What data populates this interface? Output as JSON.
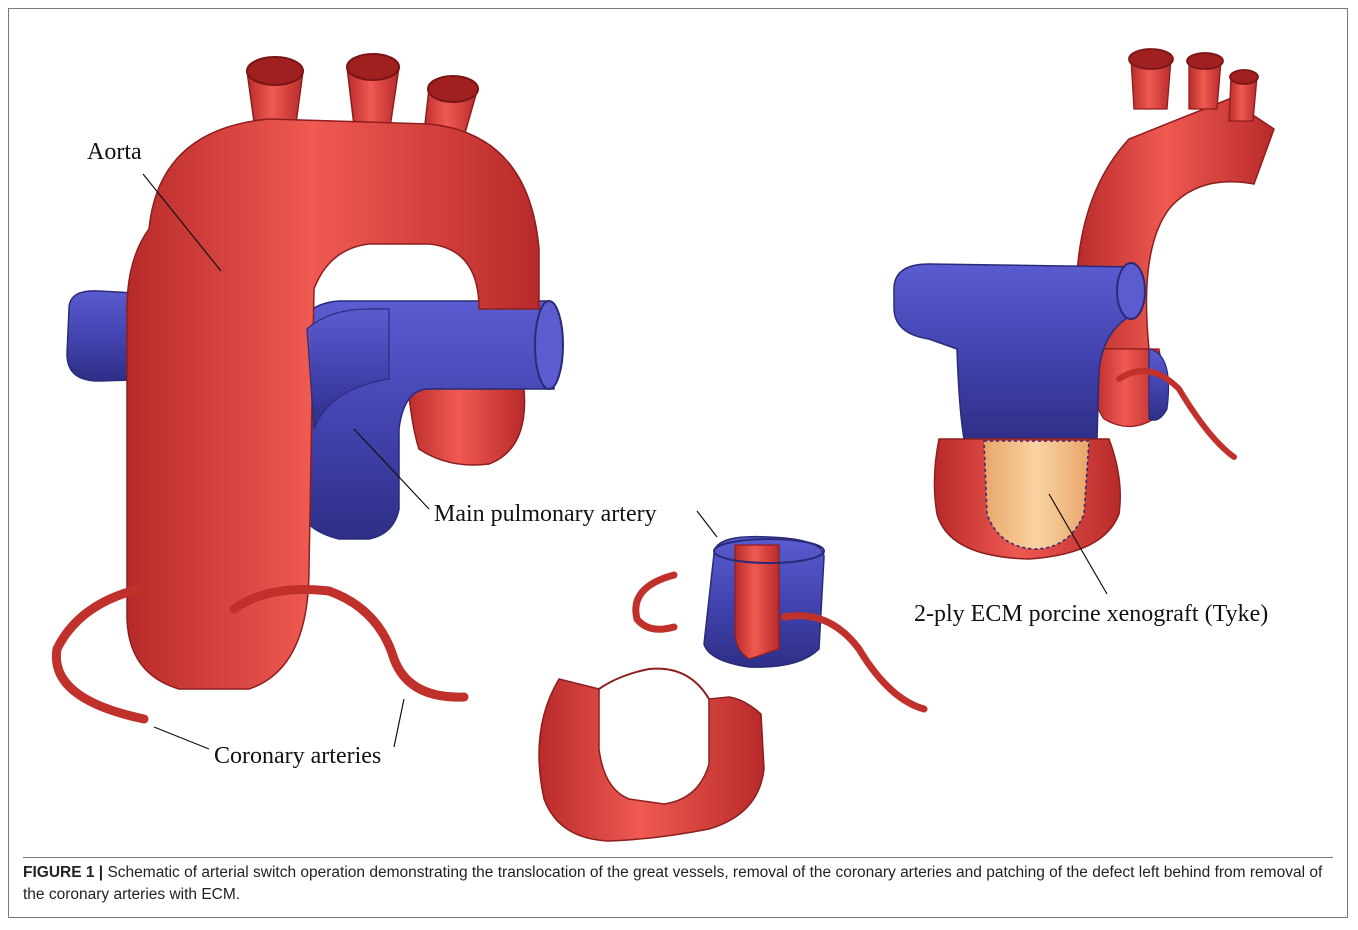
{
  "figure": {
    "labels": {
      "aorta": "Aorta",
      "pulmonary": "Main pulmonary artery",
      "coronary": "Coronary arteries",
      "xenograft": "2-ply ECM porcine xenograft (Tyke)"
    },
    "caption": {
      "label": "FIGURE 1 |",
      "text": " Schematic of arterial switch operation demonstrating the translocation of the great vessels, removal of the coronary arteries and patching of the defect left behind from removal of the coronary arteries with ECM."
    },
    "colors": {
      "aorta_red": "#e0443f",
      "pulmonary_blue": "#4a4bb8",
      "graft_tan": "#f2c08a"
    }
  }
}
